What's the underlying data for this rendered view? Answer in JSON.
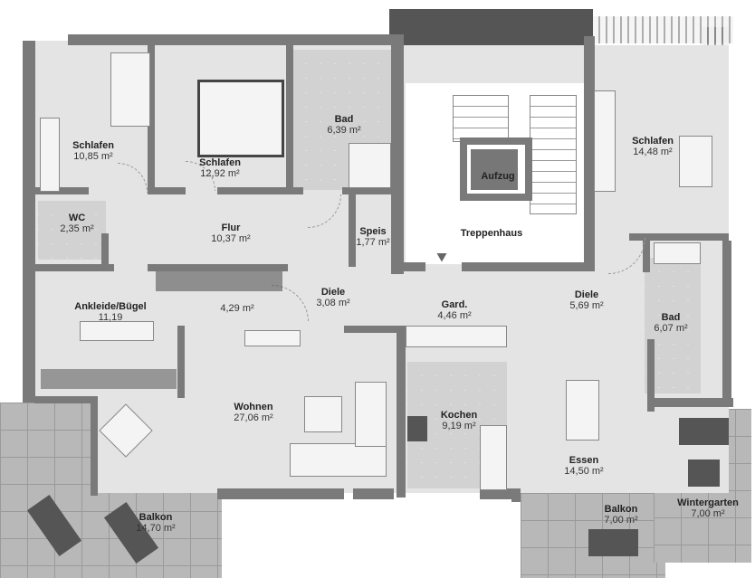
{
  "rooms": {
    "schlafen1": {
      "name": "Schlafen",
      "area": "10,85 m²"
    },
    "schlafen2": {
      "name": "Schlafen",
      "area": "12,92 m²"
    },
    "bad1": {
      "name": "Bad",
      "area": "6,39 m²"
    },
    "schlafen3": {
      "name": "Schlafen",
      "area": "14,48 m²"
    },
    "wc": {
      "name": "WC",
      "area": "2,35 m²"
    },
    "flur": {
      "name": "Flur",
      "area": "10,37 m²"
    },
    "speis": {
      "name": "Speis",
      "area": "1,77 m²"
    },
    "aufzug": {
      "name": "Aufzug"
    },
    "treppenhaus": {
      "name": "Treppenhaus"
    },
    "ankleide": {
      "name": "Ankleide/Bügel",
      "area": "11,19"
    },
    "abstell": {
      "area": "4,29 m²"
    },
    "diele1": {
      "name": "Diele",
      "area": "3,08 m²"
    },
    "gard": {
      "name": "Gard.",
      "area": "4,46 m²"
    },
    "diele2": {
      "name": "Diele",
      "area": "5,69 m²"
    },
    "bad2": {
      "name": "Bad",
      "area": "6,07 m²"
    },
    "wohnen": {
      "name": "Wohnen",
      "area": "27,06 m²"
    },
    "kochen": {
      "name": "Kochen",
      "area": "9,19 m²"
    },
    "essen": {
      "name": "Essen",
      "area": "14,50 m²"
    },
    "balkon1": {
      "name": "Balkon",
      "area": "14,70 m²"
    },
    "balkon2": {
      "name": "Balkon",
      "area": "7,00 m²"
    },
    "wintergarten": {
      "name": "Wintergarten",
      "area": "7,00 m²"
    }
  },
  "colors": {
    "wall": "#7a7a7a",
    "floor": "#e4e4e4",
    "terrace": "#b8b8b8",
    "shaft": "#555555"
  }
}
